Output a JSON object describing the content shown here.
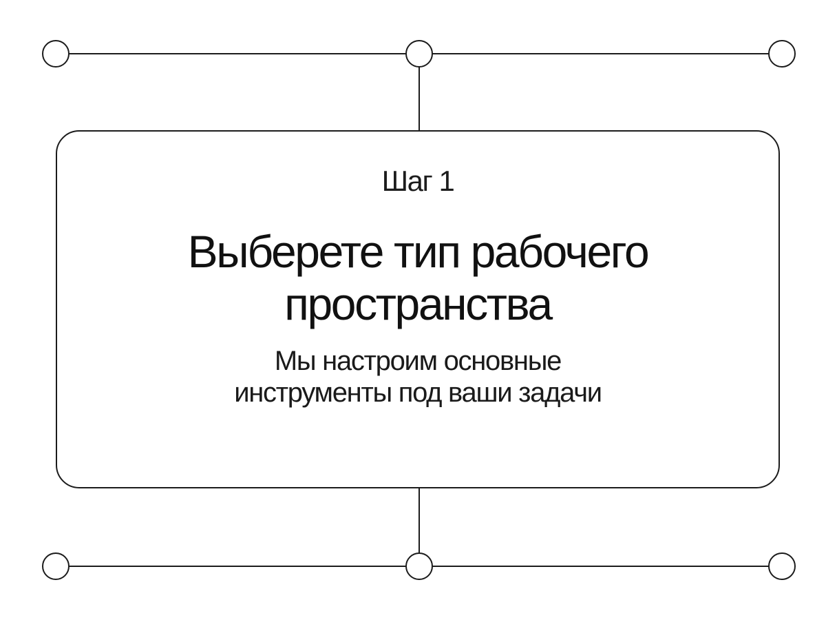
{
  "card": {
    "step_label": "Шаг 1",
    "title_line1": "Выберете тип рабочего",
    "title_line2": "пространства",
    "subtitle_line1": "Мы настроим основные",
    "subtitle_line2": "инструменты под ваши задачи"
  },
  "colors": {
    "background": "#ffffff",
    "stroke": "#1b1b1b",
    "text": "#111111"
  }
}
